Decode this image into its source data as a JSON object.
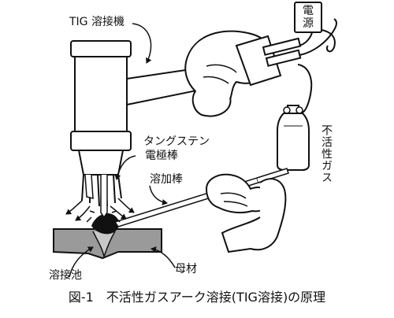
{
  "labels": {
    "tig_machine": "TIG 溶接機",
    "tungsten_line1": "タングステン",
    "tungsten_line2": "電極棒",
    "filler_rod": "溶加棒",
    "weld_pool": "溶接池",
    "base_metal": "母材",
    "inert_gas": "不活性ガス",
    "power_line1": "電",
    "power_line2": "源"
  },
  "caption": "図-1　不活性ガスアーク溶接(TIG溶接)の原理"
}
